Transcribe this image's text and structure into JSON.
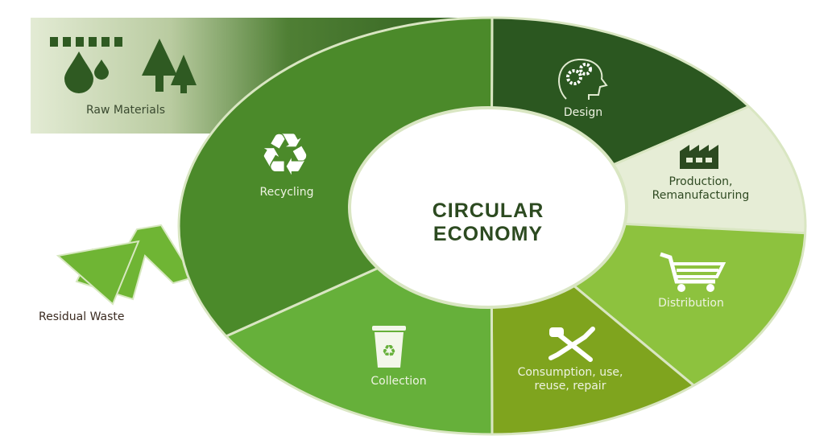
{
  "title": [
    "CIRCULAR",
    "ECONOMY"
  ],
  "raw_materials": {
    "label": "Raw Materials",
    "icons": [
      "wheat-icon",
      "water-drop-icon",
      "trees-icon"
    ]
  },
  "residual_waste": {
    "label": "Residual Waste",
    "icon": "down-arrow-icon"
  },
  "segments": [
    {
      "id": "design",
      "label": "Design",
      "icon": "head-gears-icon",
      "color": "#2b5720"
    },
    {
      "id": "production",
      "label": "Production, Remanufacturing",
      "lines": [
        "Production,",
        "Remanufacturing"
      ],
      "icon": "factory-icon",
      "color": "#e6edd6"
    },
    {
      "id": "distribution",
      "label": "Distribution",
      "icon": "cart-icon",
      "color": "#8dc23e"
    },
    {
      "id": "consumption",
      "label": "Consumption, use, reuse, repair",
      "lines": [
        "Consumption, use,",
        "reuse, repair"
      ],
      "icon": "tools-icon",
      "color": "#7fa41e"
    },
    {
      "id": "collection",
      "label": "Collection",
      "icon": "recycle-bin-icon",
      "color": "#66b03a"
    },
    {
      "id": "recycling",
      "label": "Recycling",
      "icon": "recycle-icon",
      "color": "#4b8a2a"
    }
  ],
  "colors": {
    "ring_border": "#d9e6c2",
    "banner_light": "#e1ead2",
    "banner_dark": "#3a6e24",
    "title": "#2c4a20"
  }
}
